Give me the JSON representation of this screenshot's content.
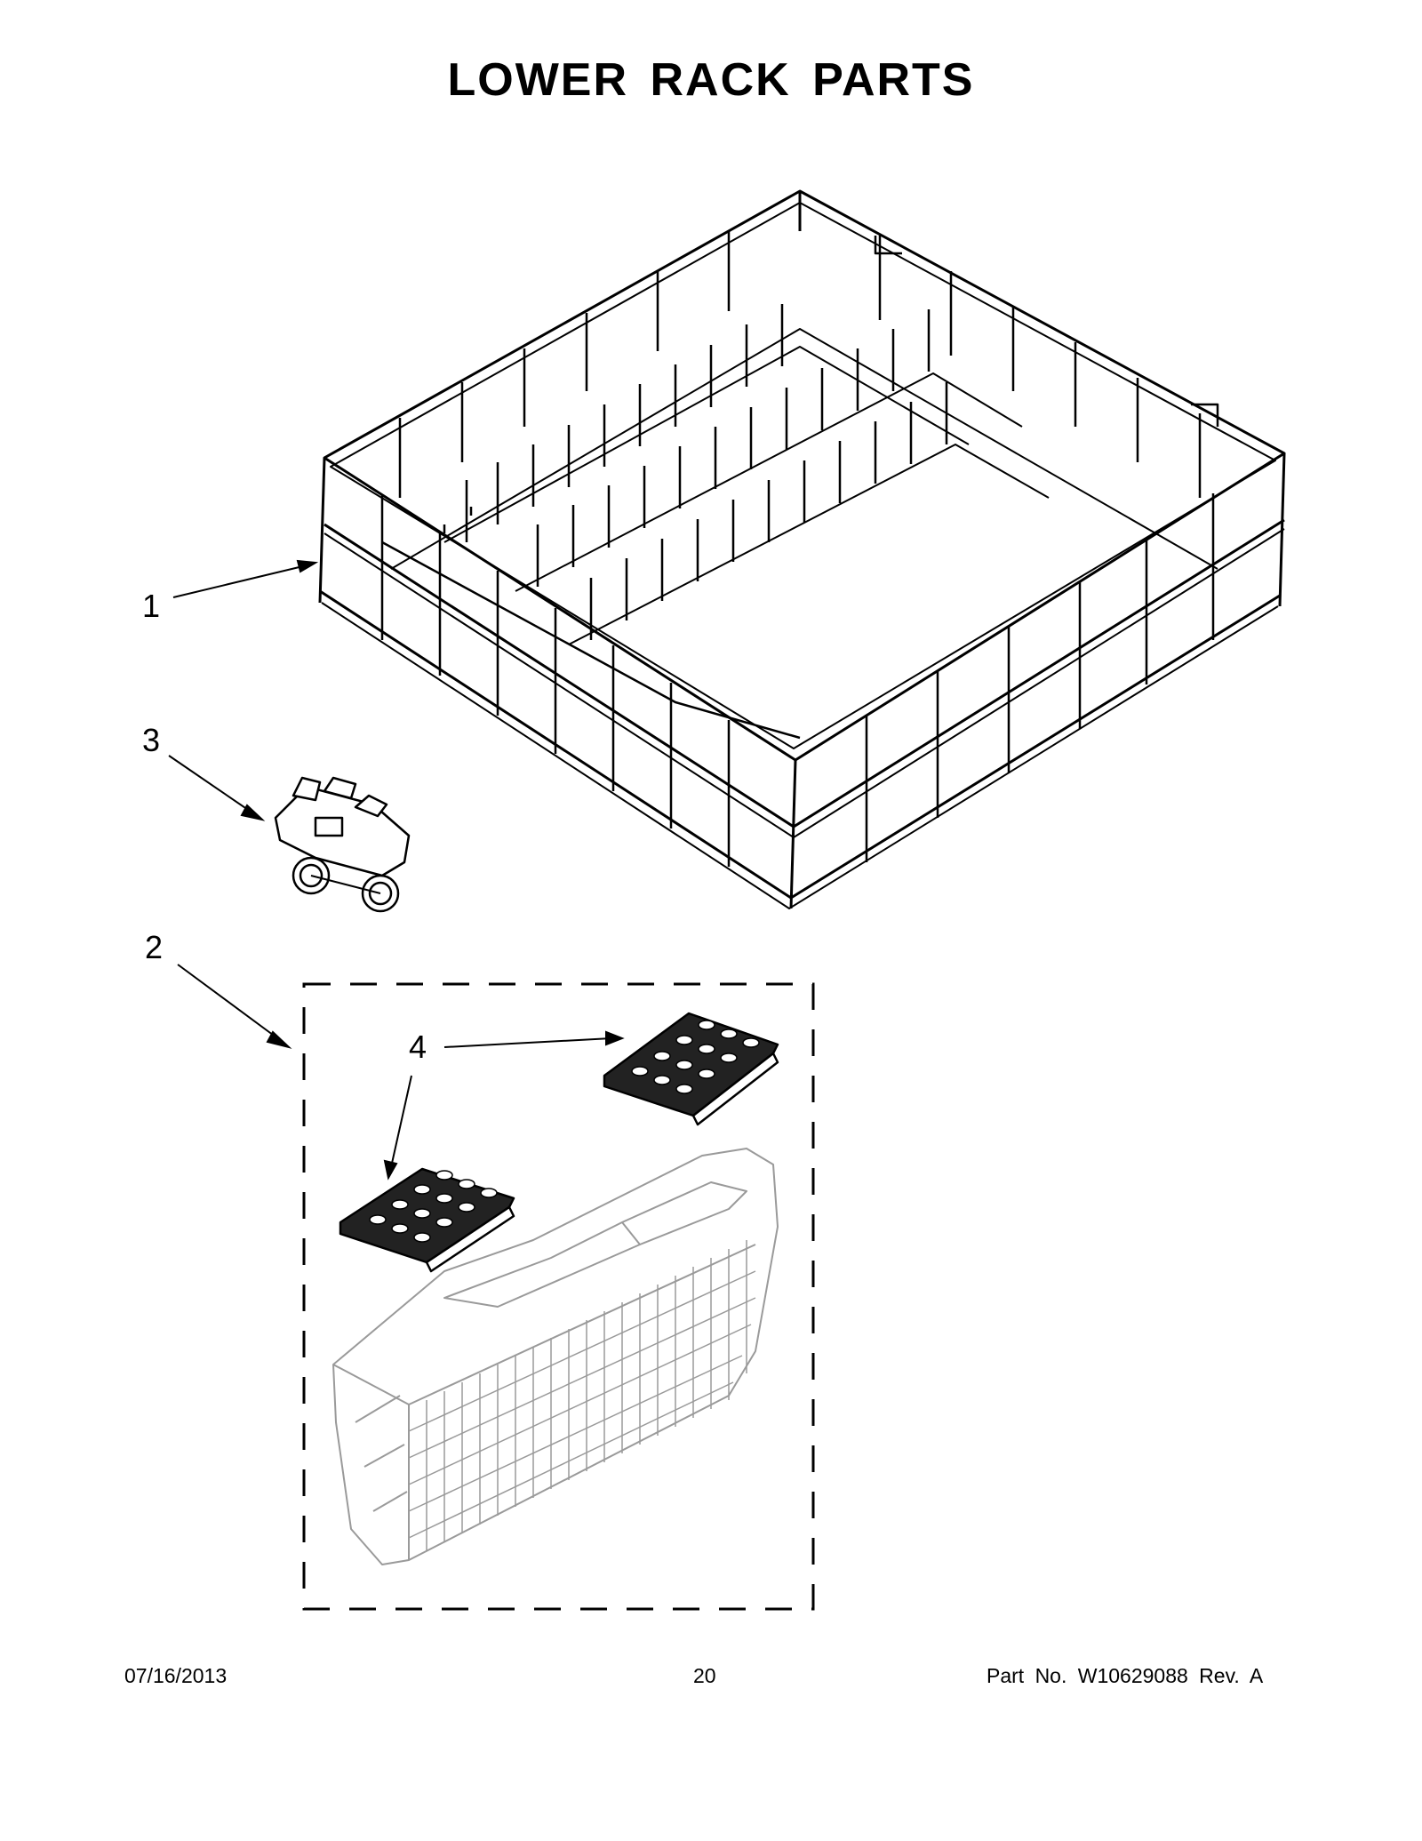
{
  "page": {
    "title": "LOWER RACK PARTS"
  },
  "callouts": [
    {
      "number": "1",
      "part": "lower-rack"
    },
    {
      "number": "2",
      "part": "silverware-basket-assembly"
    },
    {
      "number": "3",
      "part": "rack-roller"
    },
    {
      "number": "4",
      "part": "basket-lid"
    }
  ],
  "footer": {
    "date": "07/16/2013",
    "page_number": "20",
    "part_info": "Part No.  W10629088  Rev.  A"
  }
}
